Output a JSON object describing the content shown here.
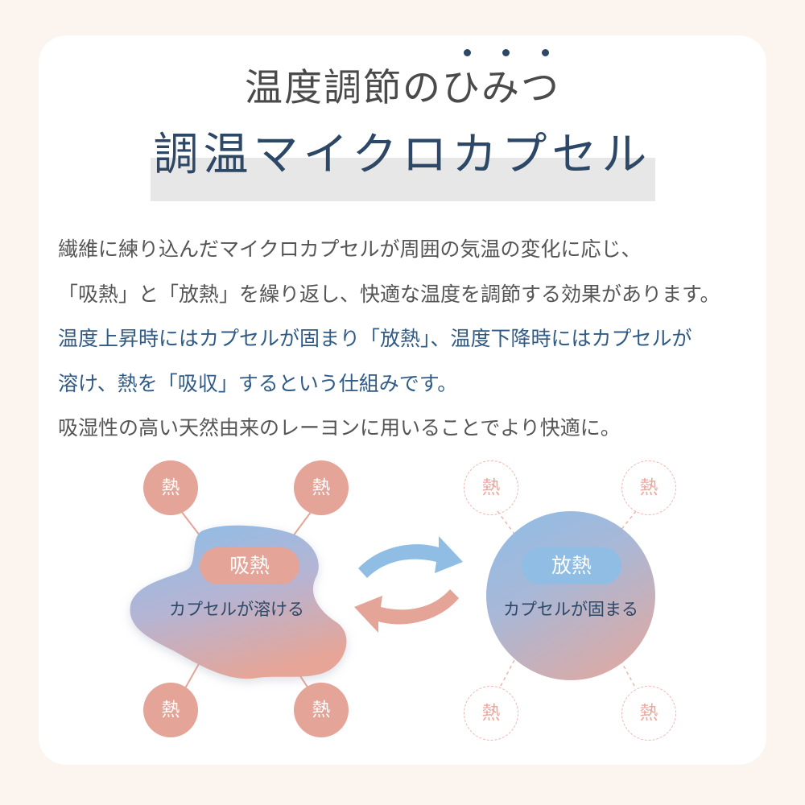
{
  "header": {
    "title": "温度調節のひみつ",
    "subtitle": "調温マイクロカプセル"
  },
  "description": [
    {
      "text": "繊維に練り込んだマイクロカプセルが周囲の気温の変化に応じ、",
      "color": "gray"
    },
    {
      "text": "「吸熱」と「放熱」を繰り返し、快適な温度を調節する効果があります。",
      "color": "gray"
    },
    {
      "text": "温度上昇時にはカプセルが固まり「放熱」、温度下降時にはカプセルが",
      "color": "blue"
    },
    {
      "text": "溶け、熱を「吸収」するという仕組みです。",
      "color": "blue"
    },
    {
      "text": "吸湿性の高い天然由来のレーヨンに用いることでより快適に。",
      "color": "gray"
    }
  ],
  "diagram": {
    "left": {
      "heat_label": "熱",
      "badge": "吸熱",
      "caption": "カプセルが溶ける"
    },
    "right": {
      "heat_label": "熱",
      "badge": "放熱",
      "caption": "カプセルが固まる"
    }
  },
  "colors": {
    "navy": "#2d4866",
    "blue_text": "#2f5b86",
    "salmon": "#e4a497",
    "sky": "#8fbde3",
    "background": "#fcf4ee"
  },
  "icons": [
    "cycle-arrow-top-icon",
    "cycle-arrow-bottom-icon",
    "decorative-dots-icon"
  ]
}
